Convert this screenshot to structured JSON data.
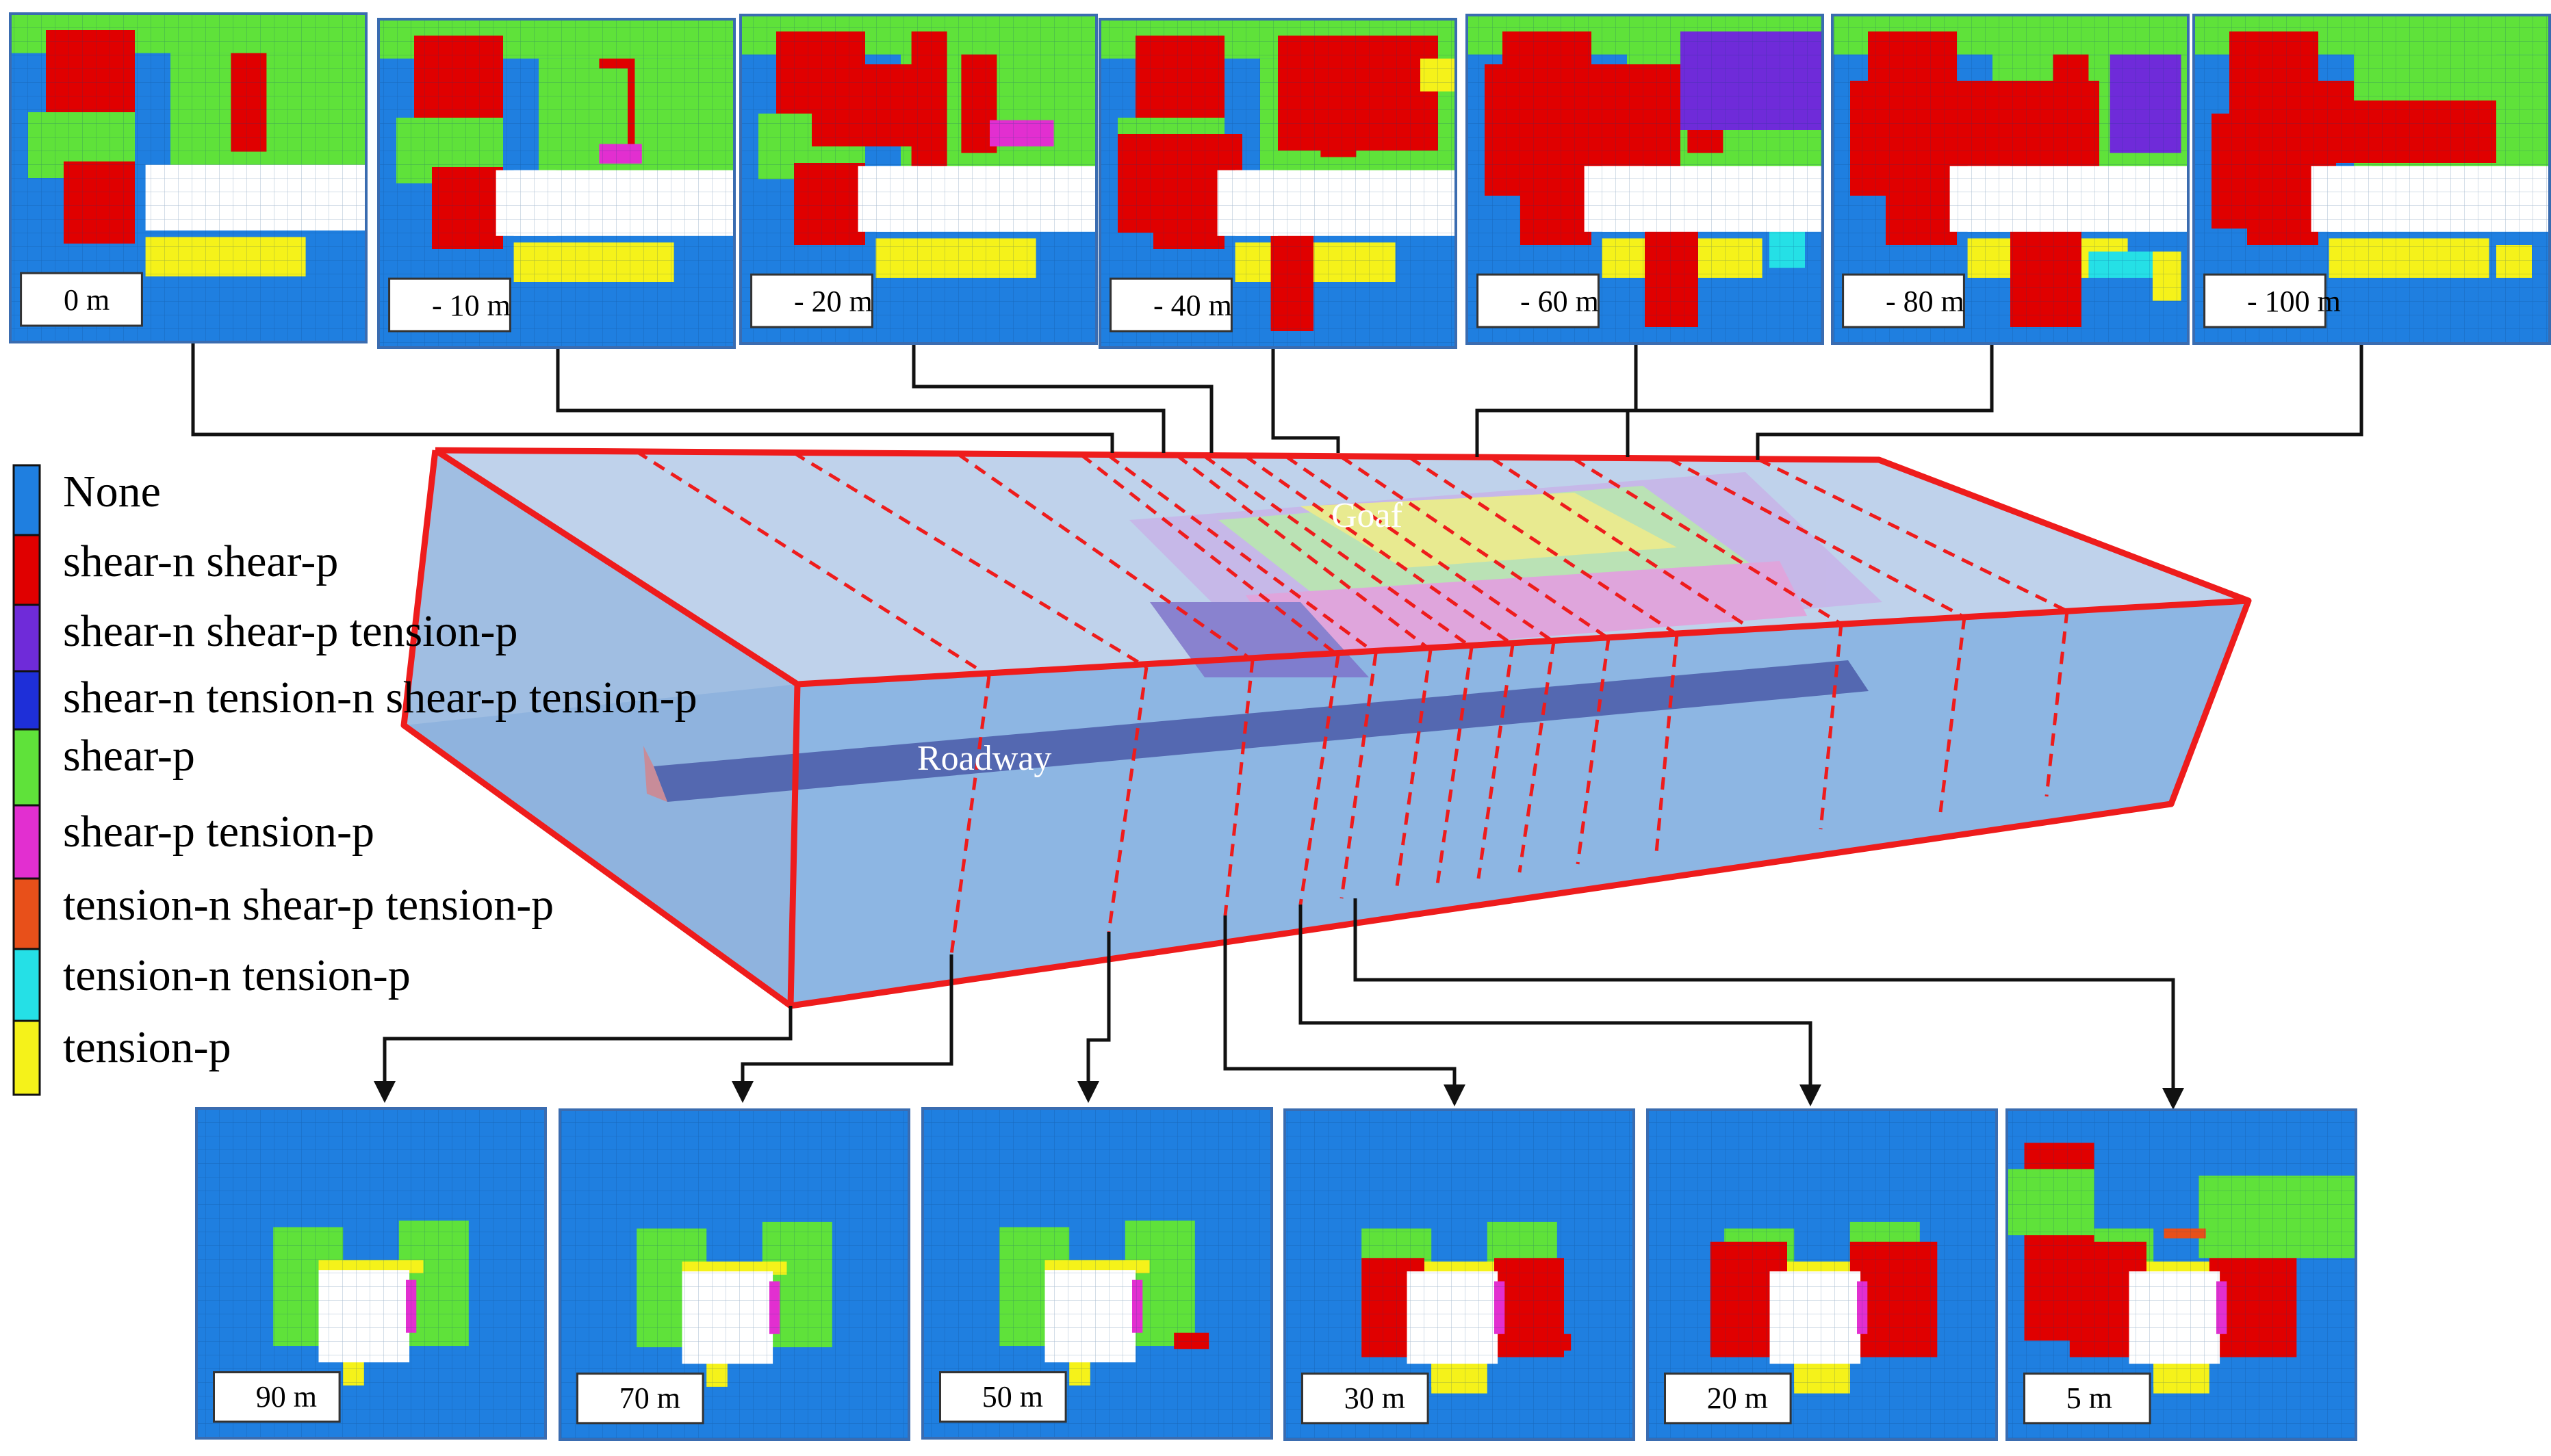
{
  "legend": {
    "items": [
      {
        "label": "None",
        "color": "#1f7fe0"
      },
      {
        "label": "shear-n shear-p",
        "color": "#e00000"
      },
      {
        "label": "shear-n shear-p tension-p",
        "color": "#6f2bd9"
      },
      {
        "label": "shear-n tension-n shear-p tension-p",
        "color": "#1e2fd8"
      },
      {
        "label": "shear-p",
        "color": "#5fe23a"
      },
      {
        "label": "shear-p tension-p",
        "color": "#e22fd0"
      },
      {
        "label": "tension-n shear-p tension-p",
        "color": "#e8501a"
      },
      {
        "label": "tension-n tension-p",
        "color": "#25e0e6"
      },
      {
        "label": "tension-p",
        "color": "#f5f21a"
      }
    ]
  },
  "model": {
    "goaf_label": "Goaf",
    "roadway_label": "Roadway",
    "box_edge_color": "#ee1c1c",
    "box_fill_color": "#8fb3dd"
  },
  "top_panels": [
    {
      "label": "0 m"
    },
    {
      "label": "- 10 m"
    },
    {
      "label": "- 20 m"
    },
    {
      "label": "- 40 m"
    },
    {
      "label": "- 60 m"
    },
    {
      "label": "- 80 m"
    },
    {
      "label": "- 100 m"
    }
  ],
  "bottom_panels": [
    {
      "label": "90 m"
    },
    {
      "label": "70 m"
    },
    {
      "label": "50 m"
    },
    {
      "label": "30 m"
    },
    {
      "label": "20 m"
    },
    {
      "label": "5 m"
    }
  ]
}
